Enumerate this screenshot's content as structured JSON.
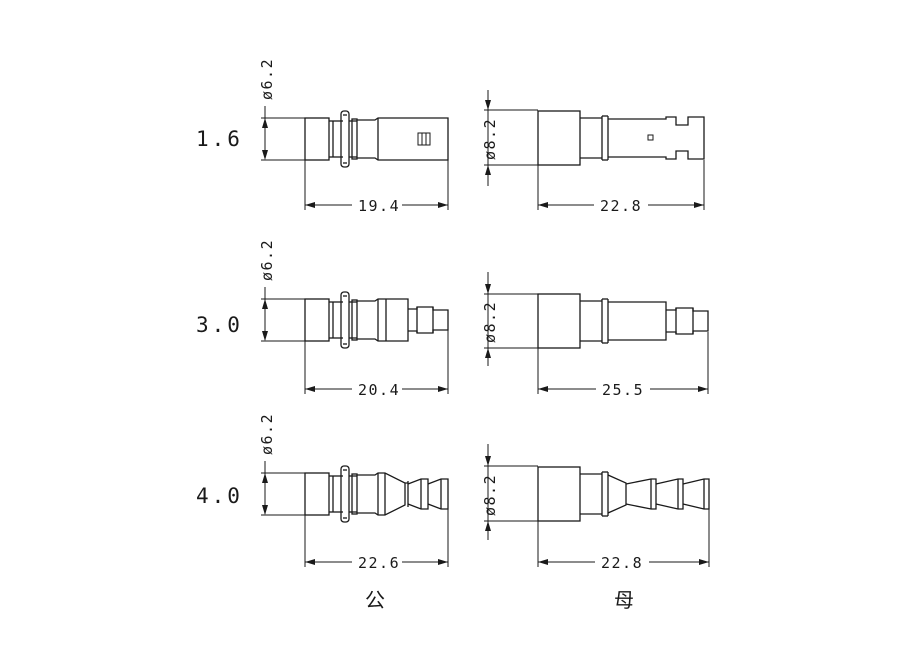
{
  "rows": [
    {
      "size_label": "1.6",
      "male_diameter": "ø6.2",
      "male_length": "19.4",
      "female_diameter": "ø8.2",
      "female_length": "22.8"
    },
    {
      "size_label": "3.0",
      "male_diameter": "ø6.2",
      "male_length": "20.4",
      "female_diameter": "ø8.2",
      "female_length": "25.5"
    },
    {
      "size_label": "4.0",
      "male_diameter": "ø6.2",
      "male_length": "22.6",
      "female_diameter": "ø8.2",
      "female_length": "22.8"
    }
  ],
  "columns": {
    "male_label": "公",
    "female_label": "母"
  }
}
